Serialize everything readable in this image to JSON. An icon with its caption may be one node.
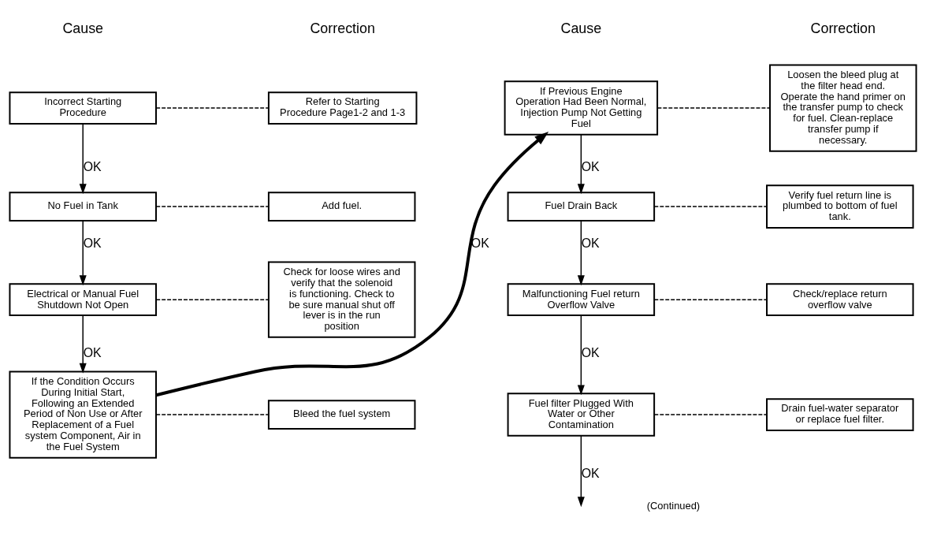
{
  "diagram": {
    "nodes": [
      {
        "text": [
          "Incorrect Starting Procedure"
        ]
      },
      {
        "text": [
          "Refer to Starting Procedure Page1-2 and 1-3"
        ]
      },
      {
        "text": [
          "No Fuel in Tank"
        ]
      },
      {
        "text": [
          "Add fuel."
        ]
      },
      {
        "text": [
          "Electrical or Manual Fuel Shutdown Not Open"
        ]
      },
      {
        "text": [
          "Check for loose wires and verify that the solenoid is functioning. Check to be sure manual shut off lever is in the run position"
        ]
      },
      {
        "text": [
          "If the Condition Occurs During Initial Start, Following an Extended Period of Non Use or After Replacement of a Fuel system Component, Air in the Fuel System"
        ]
      },
      {
        "text": [
          "Bleed the fuel system"
        ]
      },
      {
        "text": [
          "If Previous Engine Operation Had Been Normal, Injection Pump Not Getting Fuel"
        ]
      },
      {
        "text": [
          "Loosen the bleed plug at the filter head end. Operate the hand primer on the transfer pump to check for fuel. Clean-replace transfer pump if necessary."
        ]
      },
      {
        "text": [
          "Fuel Drain Back"
        ]
      },
      {
        "text": [
          "Verify fuel return line is plumbed to bottom of fuel tank."
        ]
      },
      {
        "text": [
          "Malfunctioning Fuel return Overflow Valve"
        ]
      },
      {
        "text": [
          "Check/replace return overflow valve"
        ]
      },
      {
        "text": [
          "Fuel filter Plugged With Water or Other Contamination"
        ]
      },
      {
        "text": [
          "Drain fuel-water separator or replace fuel filter."
        ]
      }
    ],
    "edges": [
      {
        "from": 0,
        "to": 1,
        "arrow": "none",
        "style": "dashed"
      },
      {
        "from": 0,
        "to": 2,
        "arrow": "to",
        "label": "OK"
      },
      {
        "from": 2,
        "to": 3,
        "arrow": "none",
        "style": "dashed"
      },
      {
        "from": 2,
        "to": 4,
        "arrow": "to",
        "label": "OK"
      },
      {
        "from": 4,
        "to": 5,
        "arrow": "none",
        "style": "dashed"
      },
      {
        "from": 4,
        "to": 6,
        "arrow": "to",
        "label": "OK"
      },
      {
        "from": 6,
        "to": 7,
        "arrow": "none",
        "style": "dashed"
      },
      {
        "from": 6,
        "to": 8,
        "arrow": "to",
        "label": "OK",
        "style": "thick"
      },
      {
        "from": 8,
        "to": 9,
        "arrow": "none",
        "style": "dashed"
      },
      {
        "from": 8,
        "to": 10,
        "arrow": "to",
        "label": "OK"
      },
      {
        "from": 10,
        "to": 11,
        "arrow": "none",
        "style": "dashed"
      },
      {
        "from": 10,
        "to": 12,
        "arrow": "to",
        "label": "OK"
      },
      {
        "from": 12,
        "to": 13,
        "arrow": "none",
        "style": "dashed"
      },
      {
        "from": 12,
        "to": 14,
        "arrow": "to",
        "label": "OK"
      },
      {
        "from": 14,
        "to": 15,
        "arrow": "none",
        "style": "dashed"
      },
      {
        "from": 14,
        "to": null,
        "arrow": "to",
        "label": "OK"
      }
    ],
    "labels": [
      "Cause",
      "Correction",
      "Cause",
      "Correction",
      "(Continued)"
    ]
  }
}
